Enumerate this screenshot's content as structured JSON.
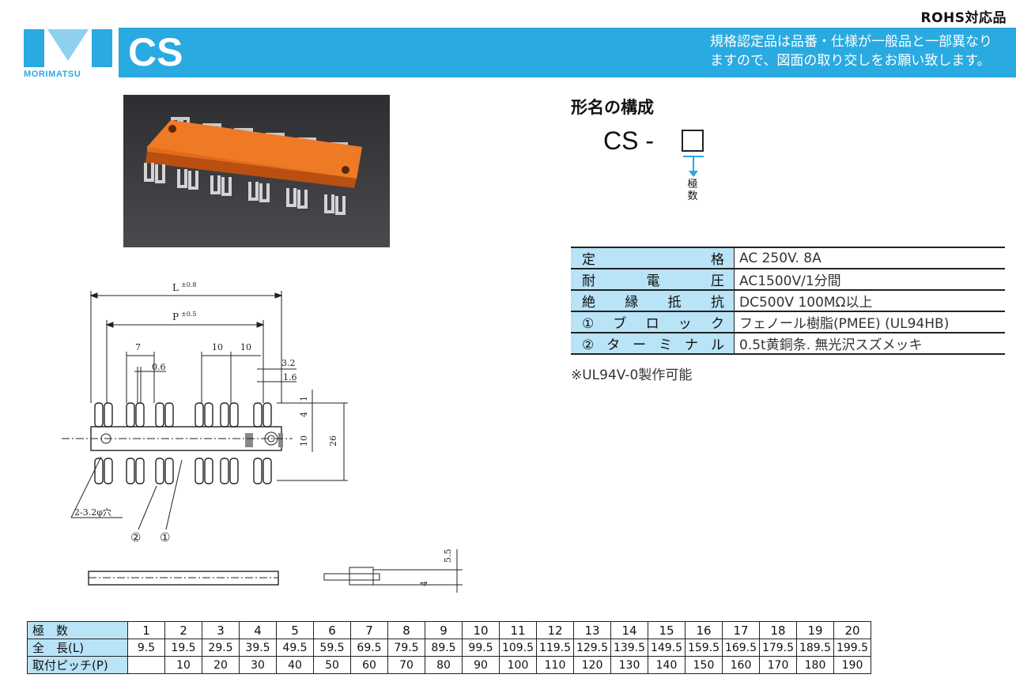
{
  "header": {
    "rohs": "ROHS対応品",
    "title": "CS",
    "note_line1": "規格認定品は品番・仕様が一般品と一部異なり",
    "note_line2": "ますので、図面の取り交しをお願い致します。",
    "logo_text": "MORIMATSU",
    "brand_color": "#29aae1"
  },
  "model": {
    "heading": "形名の構成",
    "code": "CS -",
    "sub": "極数"
  },
  "specs": [
    {
      "key": "定格",
      "value": "AC 250V. 8A"
    },
    {
      "key": "耐電圧",
      "value": "AC1500V/1分間"
    },
    {
      "key": "絶縁抵抗",
      "value": "DC500V 100MΩ以上"
    },
    {
      "key": "①ブロック",
      "value": "フェノール樹脂(PMEE) (UL94HB)"
    },
    {
      "key": "②ターミナル",
      "value": "0.5t黄銅条.  無光沢スズメッキ"
    }
  ],
  "ul_note": "※UL94V-0製作可能",
  "drawing": {
    "L": "L",
    "L_tol": "±0.8",
    "P": "P",
    "P_tol": "±0.5",
    "d7": "7",
    "d06": "0.6",
    "d10a": "10",
    "d10b": "10",
    "d32": "3.2",
    "d16": "1.6",
    "d1": "1",
    "d4": "4",
    "d10v": "10",
    "d26": "26",
    "hole": "2-3.2φ穴",
    "c2": "②",
    "c1": "①",
    "d55": "5.5",
    "d4b": "4"
  },
  "dimension_table": {
    "headers": [
      "極　数",
      "全　長(L)",
      "取付ピッチ(P)"
    ],
    "poles": [
      "1",
      "2",
      "3",
      "4",
      "5",
      "6",
      "7",
      "8",
      "9",
      "10",
      "11",
      "12",
      "13",
      "14",
      "15",
      "16",
      "17",
      "18",
      "19",
      "20"
    ],
    "length": [
      "9.5",
      "19.5",
      "29.5",
      "39.5",
      "49.5",
      "59.5",
      "69.5",
      "79.5",
      "89.5",
      "99.5",
      "109.5",
      "119.5",
      "129.5",
      "139.5",
      "149.5",
      "159.5",
      "169.5",
      "179.5",
      "189.5",
      "199.5"
    ],
    "pitch": [
      "",
      "10",
      "20",
      "30",
      "40",
      "50",
      "60",
      "70",
      "80",
      "90",
      "100",
      "110",
      "120",
      "130",
      "140",
      "150",
      "160",
      "170",
      "180",
      "190"
    ]
  }
}
